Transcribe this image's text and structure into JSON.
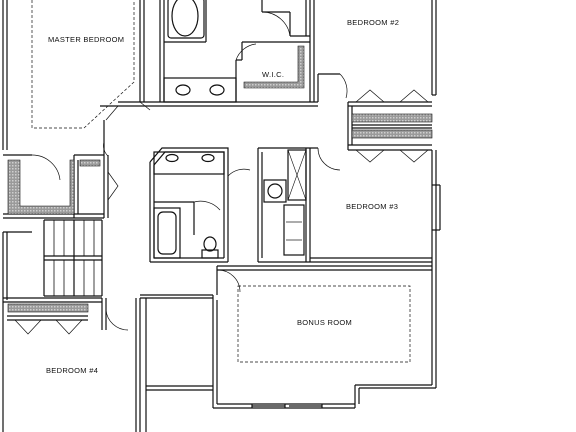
{
  "rooms": {
    "master_bedroom": "MASTER BEDROOM",
    "bedroom_2": "BEDROOM #2",
    "wic": "W.I.C.",
    "bedroom_3": "BEDROOM #3",
    "bonus_room": "BONUS ROOM",
    "bedroom_4": "BEDROOM #4"
  },
  "colors": {
    "line": "#111111",
    "closet_shelf": "#8a8a8a",
    "background": "#ffffff"
  }
}
